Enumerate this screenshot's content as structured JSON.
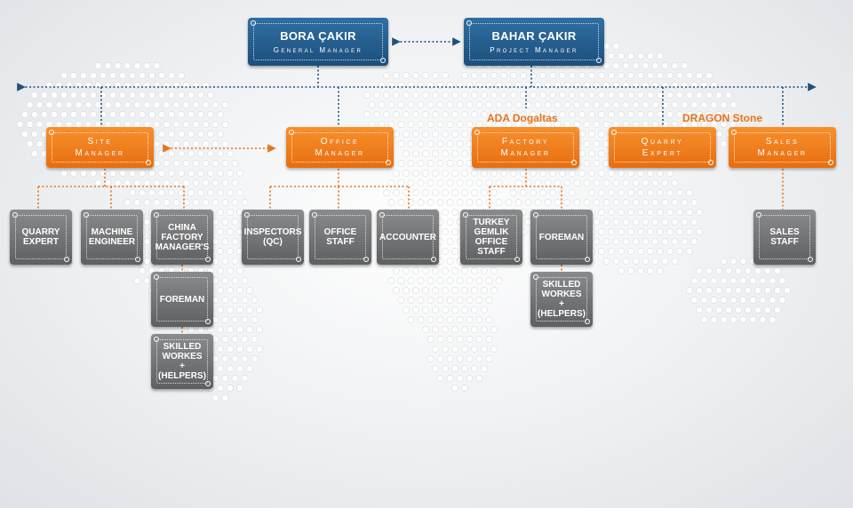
{
  "top": {
    "bora": {
      "name": "BORA ÇAKIR",
      "title": "General Manager"
    },
    "bahar": {
      "name": "BAHAR ÇAKIR",
      "title": "Project Manager"
    }
  },
  "companies": {
    "ada": "ADA Dogaltas",
    "dragon": "DRAGON Stone"
  },
  "managers": {
    "site": [
      "Site",
      "Manager"
    ],
    "office": [
      "Office",
      "Manager"
    ],
    "factory": [
      "Factory",
      "Manager"
    ],
    "quarry": [
      "Quarry",
      "Expert"
    ],
    "sales": [
      "Sales",
      "Manager"
    ]
  },
  "staff": {
    "quarry_expert": [
      "QUARRY",
      "EXPERT"
    ],
    "machine_engineer": [
      "MACHINE",
      "ENGINEER"
    ],
    "china_factory": [
      "CHINA",
      "FACTORY",
      "MANAGER'S"
    ],
    "foreman_site": [
      "FOREMAN"
    ],
    "skilled_site": [
      "SKILLED",
      "WORKES",
      "+",
      "(HELPERS)"
    ],
    "inspectors": [
      "INSPECTORS",
      "(QC)"
    ],
    "office_staff": [
      "OFFICE",
      "STAFF"
    ],
    "accounter": [
      "ACCOUNTER"
    ],
    "turkey_gemlik": [
      "TURKEY",
      "GEMLIK",
      "OFFICE",
      "STAFF"
    ],
    "foreman_factory": [
      "FOREMAN"
    ],
    "skilled_factory": [
      "SKILLED",
      "WORKES",
      "+",
      "(HELPERS)"
    ],
    "sales_staff": [
      "SALES",
      "STAFF"
    ]
  },
  "colors": {
    "blue": "#1f5585",
    "orange": "#ee7a1b",
    "gray": "#6d6e70",
    "line_blue": "#1f4f7a",
    "line_orange": "#e8741a"
  }
}
